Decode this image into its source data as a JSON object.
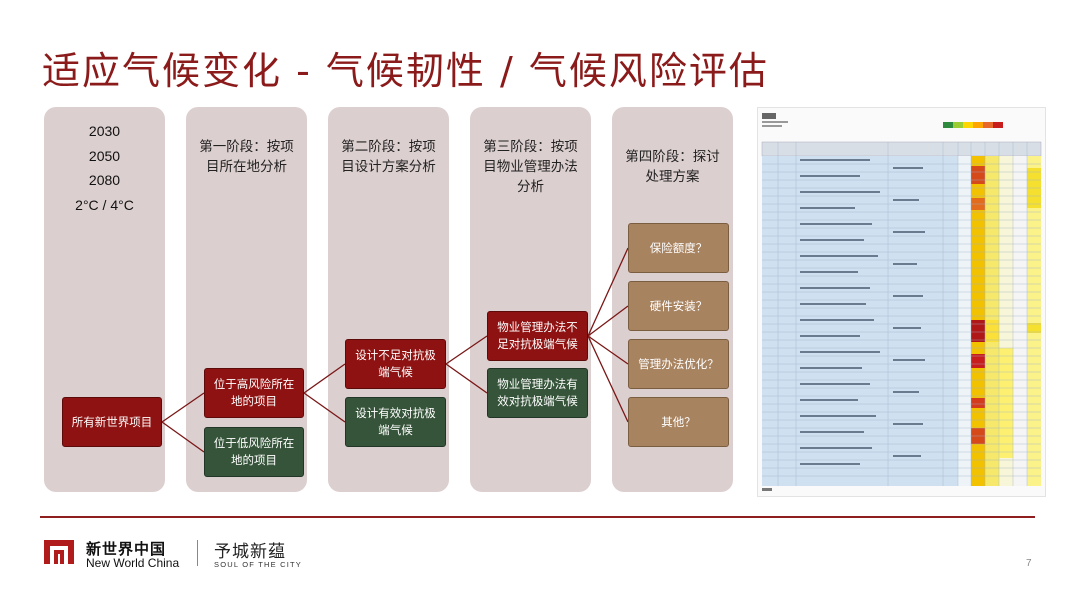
{
  "title": "适应气候变化 - 气候韧性 / 气候风险评估",
  "columns": {
    "years": [
      "2030",
      "2050",
      "2080",
      "2°C / 4°C"
    ],
    "stage1": "第一阶段：按项目所在地分析",
    "stage2": "第二阶段：按项目设计方案分析",
    "stage3": "第三阶段：按项目物业管理办法分析",
    "stage4": "第四阶段：探讨处理方案"
  },
  "flow": {
    "all_projects": "所有新世界项目",
    "high_risk": "位于高风险所在地的项目",
    "low_risk": "位于低风险所在地的项目",
    "design_insufficient": "设计不足对抗极端气候",
    "design_effective": "设计有效对抗极端气候",
    "mgmt_insufficient": "物业管理办法不足对抗极端气候",
    "mgmt_effective": "物业管理办法有效对抗极端气候",
    "opt_insurance": "保险额度？",
    "opt_hardware": "硬件安装？",
    "opt_mgmt": "管理办法优化？",
    "opt_other": "其他？"
  },
  "footer": {
    "brand_cn": "新世界中国",
    "brand_en": "New World China",
    "slogan_cn": "予城新蕴",
    "slogan_en": "SOUL OF THE CITY",
    "page": "7"
  },
  "colors": {
    "title": "#8b1a1a",
    "column_bg": "#dccfcf",
    "risk_red": "#8f1212",
    "ok_green": "#36543a",
    "option_brown": "#a88360",
    "rule": "#8f1e1e"
  }
}
